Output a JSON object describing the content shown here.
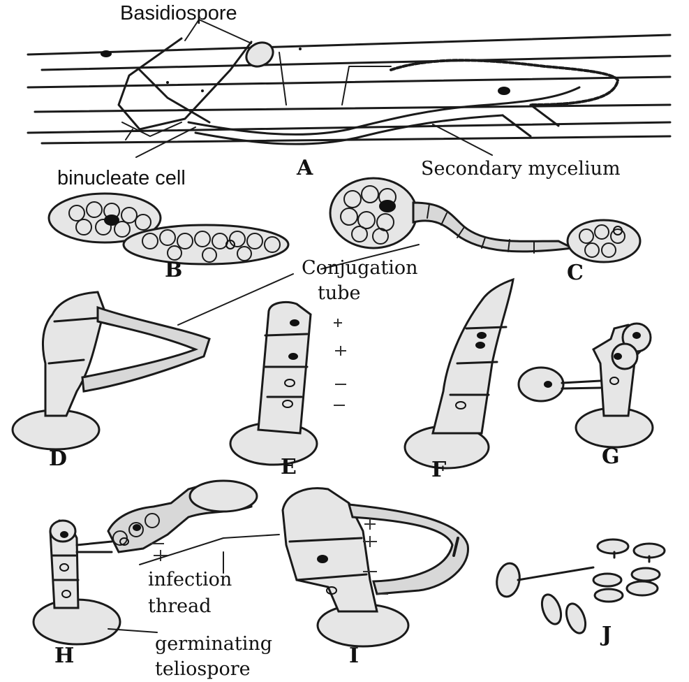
{
  "labels": {
    "basidiospore": "Basidiospore",
    "binucleate_cell": "binucleate cell",
    "secondary_mycelium": "Secondary mycelium",
    "conjugation_tube_1": "Conjugation",
    "conjugation_tube_2": "tube",
    "infection_thread_1": "infection",
    "infection_thread_2": "thread",
    "germinating_teliospore_1": "germinating",
    "germinating_teliospore_2": "teliospore"
  },
  "panels": [
    "A",
    "B",
    "C",
    "D",
    "E",
    "F",
    "G",
    "H",
    "I",
    "J"
  ]
}
